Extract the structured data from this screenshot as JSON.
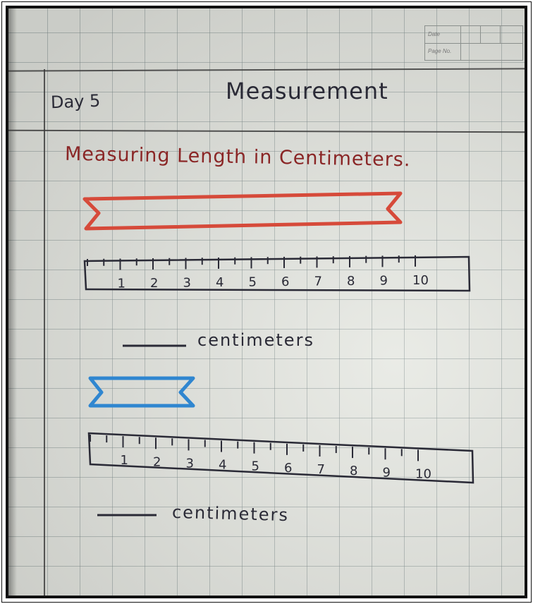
{
  "notebook": {
    "date_label": "Date",
    "page_label": "Page No."
  },
  "header": {
    "day": "Day 5",
    "title": "Measurement"
  },
  "heading": "Measuring Length in Centimeters.",
  "rulers": [
    {
      "ticks": [
        "1",
        "2",
        "3",
        "4",
        "5",
        "6",
        "7",
        "8",
        "9",
        "10"
      ]
    },
    {
      "ticks": [
        "1",
        "2",
        "3",
        "4",
        "5",
        "6",
        "7",
        "8",
        "9",
        "10"
      ]
    }
  ],
  "answers": {
    "first_unit": "centimeters",
    "second_unit": "centimeters"
  },
  "colors": {
    "red_strip": "#d64a3a",
    "blue_strip": "#2f86d0",
    "ink": "#2a2a36"
  }
}
